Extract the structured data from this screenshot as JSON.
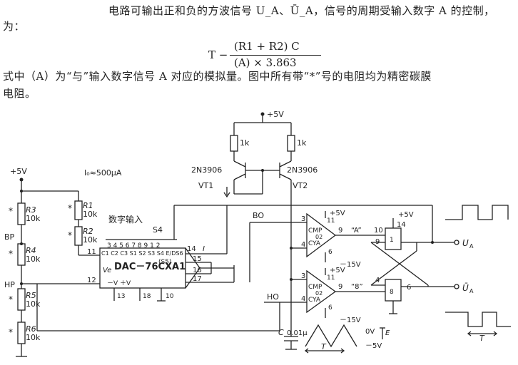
{
  "text": {
    "line1": "电路可输出正和负的方波信号 U_A、Ū_A，信号的周期受输入数字 A 的控制，",
    "line1b": "为：",
    "formula": {
      "lhs": "T −",
      "numerator": "(R1 + R2) C",
      "denominator": "(A) × 3.863"
    },
    "line2": "式中（A）为“与”输入数字信号 A 对应的模拟量。图中所有带“*”号的电阻均为精密碳膜",
    "line2b": "电阻。"
  },
  "labels": {
    "vcc_top": "+5V",
    "res_1k_left": "1k",
    "res_1k_right": "1k",
    "q_left": "2N3906",
    "q_right": "2N3906",
    "vt1": "VT1",
    "vt2": "VT2",
    "supply_left": "+5V",
    "io": "I₀≈500μA",
    "r1": "R1",
    "r1v": "10k",
    "r2": "R2",
    "r2v": "10k",
    "r3": "R3",
    "r3v": "10k",
    "r4": "R4",
    "r4v": "10k",
    "r5": "R5",
    "r5v": "10k",
    "r6": "R6",
    "r6v": "10k",
    "star": "*",
    "bp": "BP",
    "hp": "HP",
    "digital_input": "数字输入",
    "s4": "S4",
    "pins_top": "3 4 5 6 7 8 9 1 2",
    "pin_labels": "C1 C2 C3 S1 S2 S3 S4 E/DS6",
    "s5": "(S5)",
    "dac": "DAC－76CXA1",
    "ve": "Ve",
    "vminus_vplus": "－V    ＋V",
    "pin13": "13",
    "pin18": "18",
    "pin10": "10",
    "pin11": "11",
    "pin12": "12",
    "pin14": "14",
    "pin15": "15",
    "pin16": "16",
    "pin17": "17",
    "i": "I",
    "bo": "BO",
    "ho": "HO",
    "cmp1_pin3": "3",
    "cmp1_pin4": "4",
    "cmp1_pin11": "11",
    "cmp1_pin9": "9",
    "cmp1_pin6": "6",
    "cmp1_name": "CMP",
    "cmp1_num": "02",
    "cmp1_cya": "CYA",
    "cmp1_p5": "+5V",
    "cmp1_m15": "－15V",
    "cmp2_pin3": "3",
    "cmp2_pin4": "4",
    "cmp2_pin11": "11",
    "cmp2_pin9": "9",
    "cmp2_pin6": "6",
    "cmp2_name": "CMP",
    "cmp2_num": "02",
    "cmp2_cya": "CYA",
    "cmp2_p5": "+5V",
    "cmp2_m15": "－15V",
    "a_label": "“A”",
    "b_label": "“8”",
    "ff_pin10": "10",
    "ff_pin14": "14",
    "ff_pin9": "9",
    "ff_pin1": "1",
    "ff_pin4": "4",
    "ff_pin6": "6",
    "ff_pin8": "8",
    "ff_p5": "+5V",
    "ua": "U",
    "ua_sub": "A",
    "uab": "Ū",
    "uab_sub": "A",
    "c": "C",
    "cv": "0.01μ",
    "t_tri": "T",
    "t_sq": "T",
    "zero_v": "0V",
    "e": "E",
    "minus5": "－5V"
  }
}
